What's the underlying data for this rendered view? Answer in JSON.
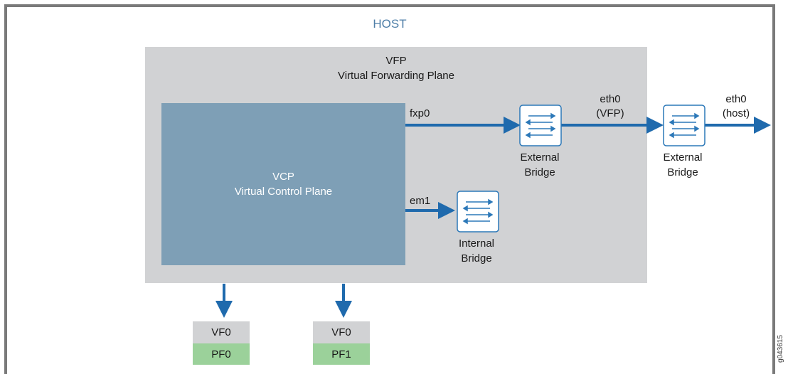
{
  "host": {
    "title": "HOST"
  },
  "vfp": {
    "name": "VFP",
    "subtitle": "Virtual Forwarding Plane"
  },
  "vcp": {
    "name": "VCP",
    "subtitle": "Virtual Control Plane"
  },
  "ports": {
    "fxp0": "fxp0",
    "em1": "em1",
    "eth0_vfp_line1": "eth0",
    "eth0_vfp_line2": "(VFP)",
    "eth0_host_line1": "eth0",
    "eth0_host_line2": "(host)"
  },
  "bridges": {
    "external_1": {
      "line1": "External",
      "line2": "Bridge"
    },
    "external_2": {
      "line1": "External",
      "line2": "Bridge"
    },
    "internal": {
      "line1": "Internal",
      "line2": "Bridge"
    }
  },
  "functions": [
    {
      "vf": "VF0",
      "pf": "PF0"
    },
    {
      "vf": "VF0",
      "pf": "PF1"
    }
  ],
  "figure_id": "g043615",
  "colors": {
    "arrow": "#1f6aad",
    "host_border": "#7a7a7a",
    "host_title": "#4f7fa8",
    "vfp_fill": "#d1d2d4",
    "vcp_fill": "#7e9fb6",
    "pf_fill": "#9bd19a"
  }
}
